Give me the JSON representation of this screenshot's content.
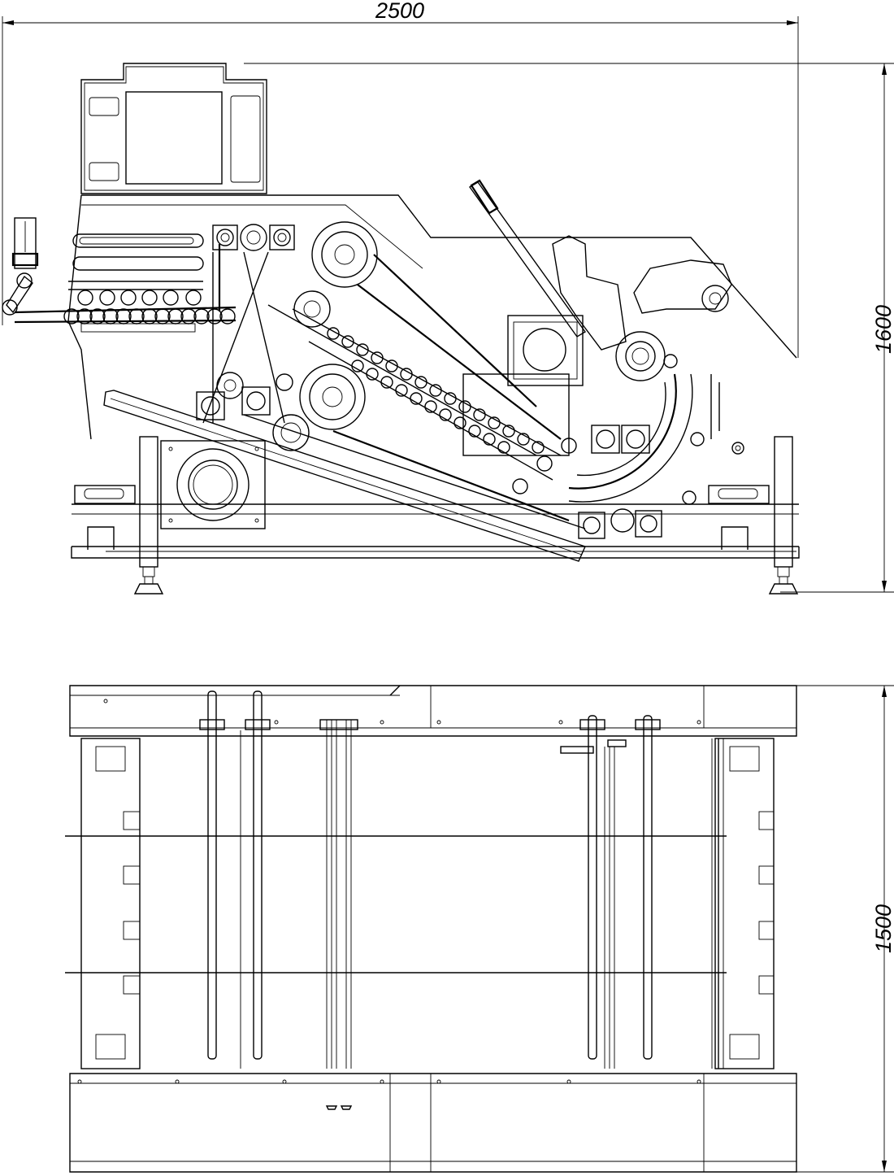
{
  "dimensions": {
    "overall_width": "2500",
    "side_view_height": "1600",
    "top_view_depth": "1500"
  },
  "views": [
    "side-elevation",
    "plan-view"
  ]
}
